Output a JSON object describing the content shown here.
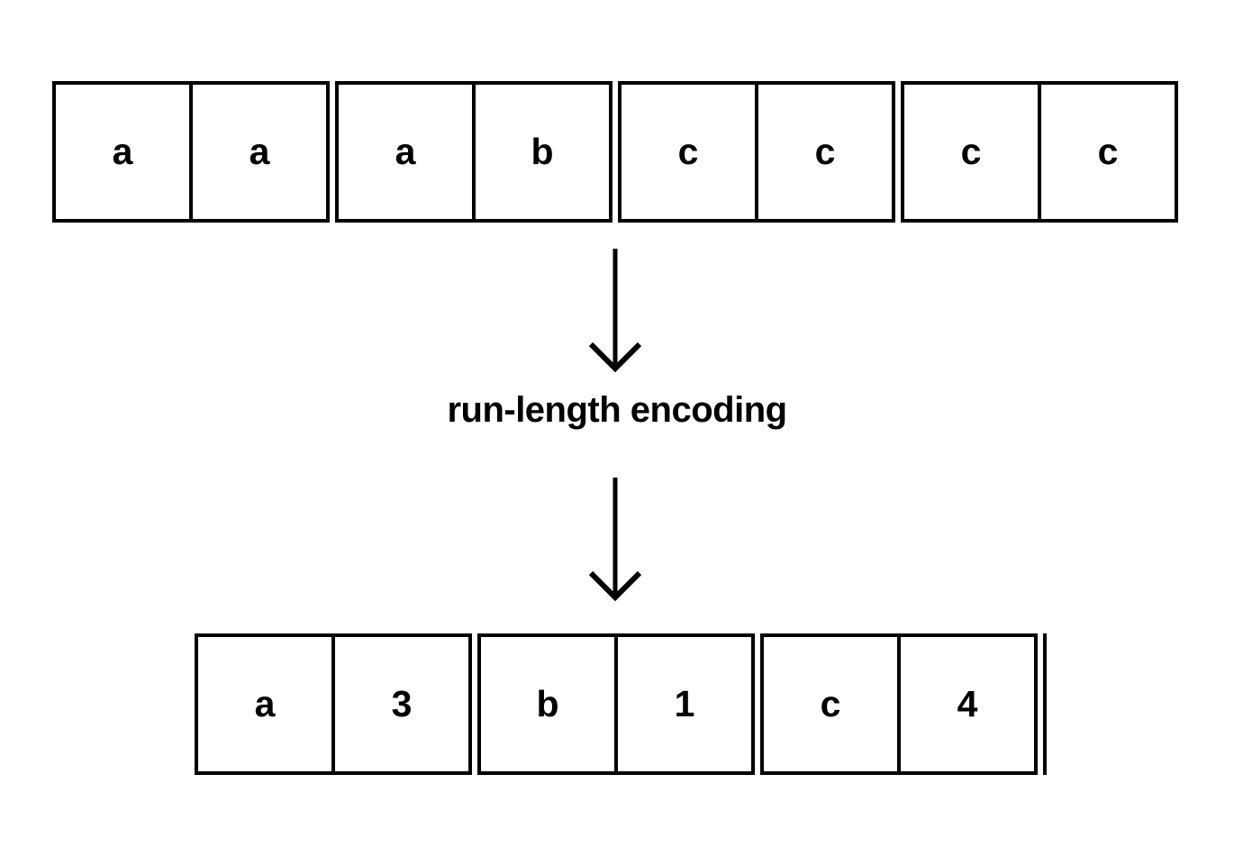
{
  "diagram": {
    "title": "run-length encoding",
    "background_color": "#ffffff",
    "stroke_color": "#000000",
    "input_row": {
      "name": "input-sequence",
      "cells": [
        {
          "value": "a"
        },
        {
          "value": "a"
        },
        {
          "value": "a"
        },
        {
          "value": "b"
        },
        {
          "value": "c"
        },
        {
          "value": "c"
        },
        {
          "value": "c"
        },
        {
          "value": "c"
        }
      ]
    },
    "transform_label": "run-length encoding",
    "arrows": [
      {
        "name": "arrow-down-top",
        "direction": "down"
      },
      {
        "name": "arrow-down-bottom",
        "direction": "down"
      }
    ],
    "output_row": {
      "name": "encoded-sequence",
      "cells": [
        {
          "value": "a"
        },
        {
          "value": "3"
        },
        {
          "value": "b"
        },
        {
          "value": "1"
        },
        {
          "value": "c"
        },
        {
          "value": "4"
        }
      ]
    }
  }
}
